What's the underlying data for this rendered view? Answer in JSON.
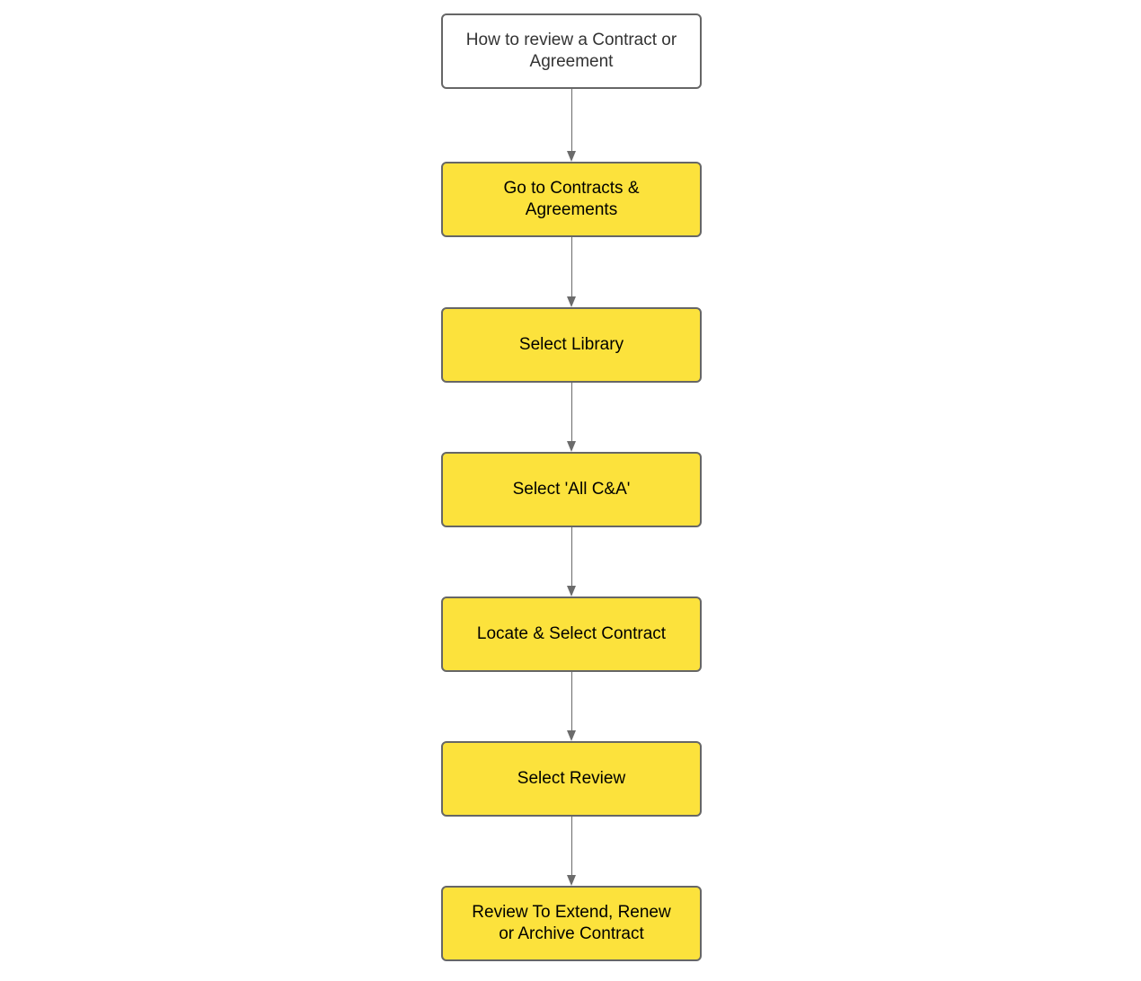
{
  "diagram": {
    "title": "How to review a Contract or Agreement",
    "nodes": [
      {
        "id": "start",
        "type": "terminator",
        "label": "How to review a Contract or\nAgreement"
      },
      {
        "id": "step-1",
        "type": "process",
        "label": "Go to Contracts &\nAgreements"
      },
      {
        "id": "step-2",
        "type": "process",
        "label": "Select Library"
      },
      {
        "id": "step-3",
        "type": "process",
        "label": "Select 'All C&A'"
      },
      {
        "id": "step-4",
        "type": "process",
        "label": "Locate & Select Contract"
      },
      {
        "id": "step-5",
        "type": "process",
        "label": "Select Review"
      },
      {
        "id": "step-6",
        "type": "process",
        "label": "Review To Extend, Renew\nor Archive Contract"
      }
    ],
    "connections": [
      {
        "from": "start",
        "to": "step-1",
        "direction": "down"
      },
      {
        "from": "step-1",
        "to": "step-2",
        "direction": "down"
      },
      {
        "from": "step-2",
        "to": "step-3",
        "direction": "down"
      },
      {
        "from": "step-3",
        "to": "step-4",
        "direction": "down"
      },
      {
        "from": "step-4",
        "to": "step-5",
        "direction": "down"
      },
      {
        "from": "step-5",
        "to": "step-6",
        "direction": "down"
      }
    ]
  },
  "colors": {
    "node_fill": "#FCE23C",
    "node_border": "#666666",
    "title_fill": "#FFFFFF",
    "title_text": "#333333",
    "node_text": "#000000",
    "arrow": "#6B6B6B",
    "canvas_bg": "#FFFFFF"
  }
}
